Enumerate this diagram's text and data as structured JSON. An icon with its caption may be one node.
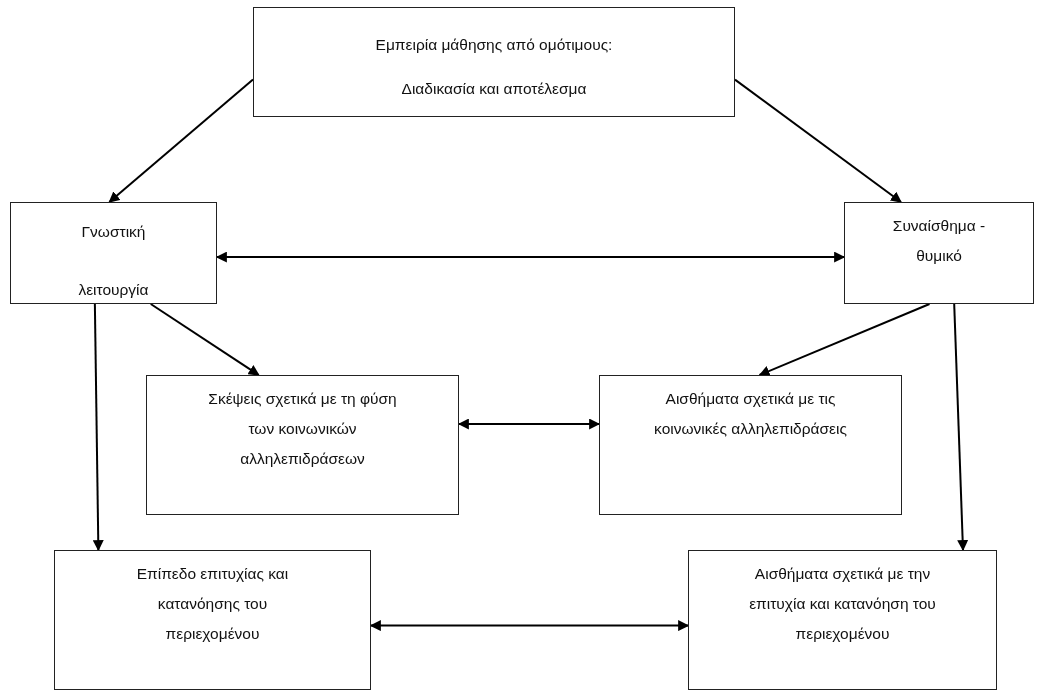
{
  "diagram": {
    "nodes": [
      {
        "text": [
          "Εμπειρία μάθησης από ομότιμους:",
          "Διαδικασία και αποτέλεσμα"
        ]
      },
      {
        "text": [
          "Γνωστική",
          "λειτουργία"
        ]
      },
      {
        "text": [
          "Συναίσθημα - θυμικό"
        ]
      },
      {
        "text": [
          "Σκέψεις σχετικά με τη φύση των κοινωνικών αλληλεπιδράσεων"
        ]
      },
      {
        "text": [
          "Αισθήματα σχετικά με τις κοινωνικές αλληλεπιδράσεις"
        ]
      },
      {
        "text": [
          "Επίπεδο επιτυχίας και κατανόησης του περιεχομένου"
        ]
      },
      {
        "text": [
          "Αισθήματα σχετικά με την επιτυχία και κατανόηση του περιεχομένου"
        ]
      }
    ],
    "edges": [
      {
        "from": 0,
        "to": 1,
        "arrow": "to"
      },
      {
        "from": 0,
        "to": 2,
        "arrow": "to"
      },
      {
        "from": 1,
        "to": 2,
        "arrow": "both"
      },
      {
        "from": 1,
        "to": 3,
        "arrow": "to"
      },
      {
        "from": 1,
        "to": 5,
        "arrow": "to"
      },
      {
        "from": 2,
        "to": 4,
        "arrow": "to"
      },
      {
        "from": 2,
        "to": 6,
        "arrow": "to"
      },
      {
        "from": 3,
        "to": 4,
        "arrow": "both"
      },
      {
        "from": 5,
        "to": 6,
        "arrow": "both"
      }
    ]
  }
}
